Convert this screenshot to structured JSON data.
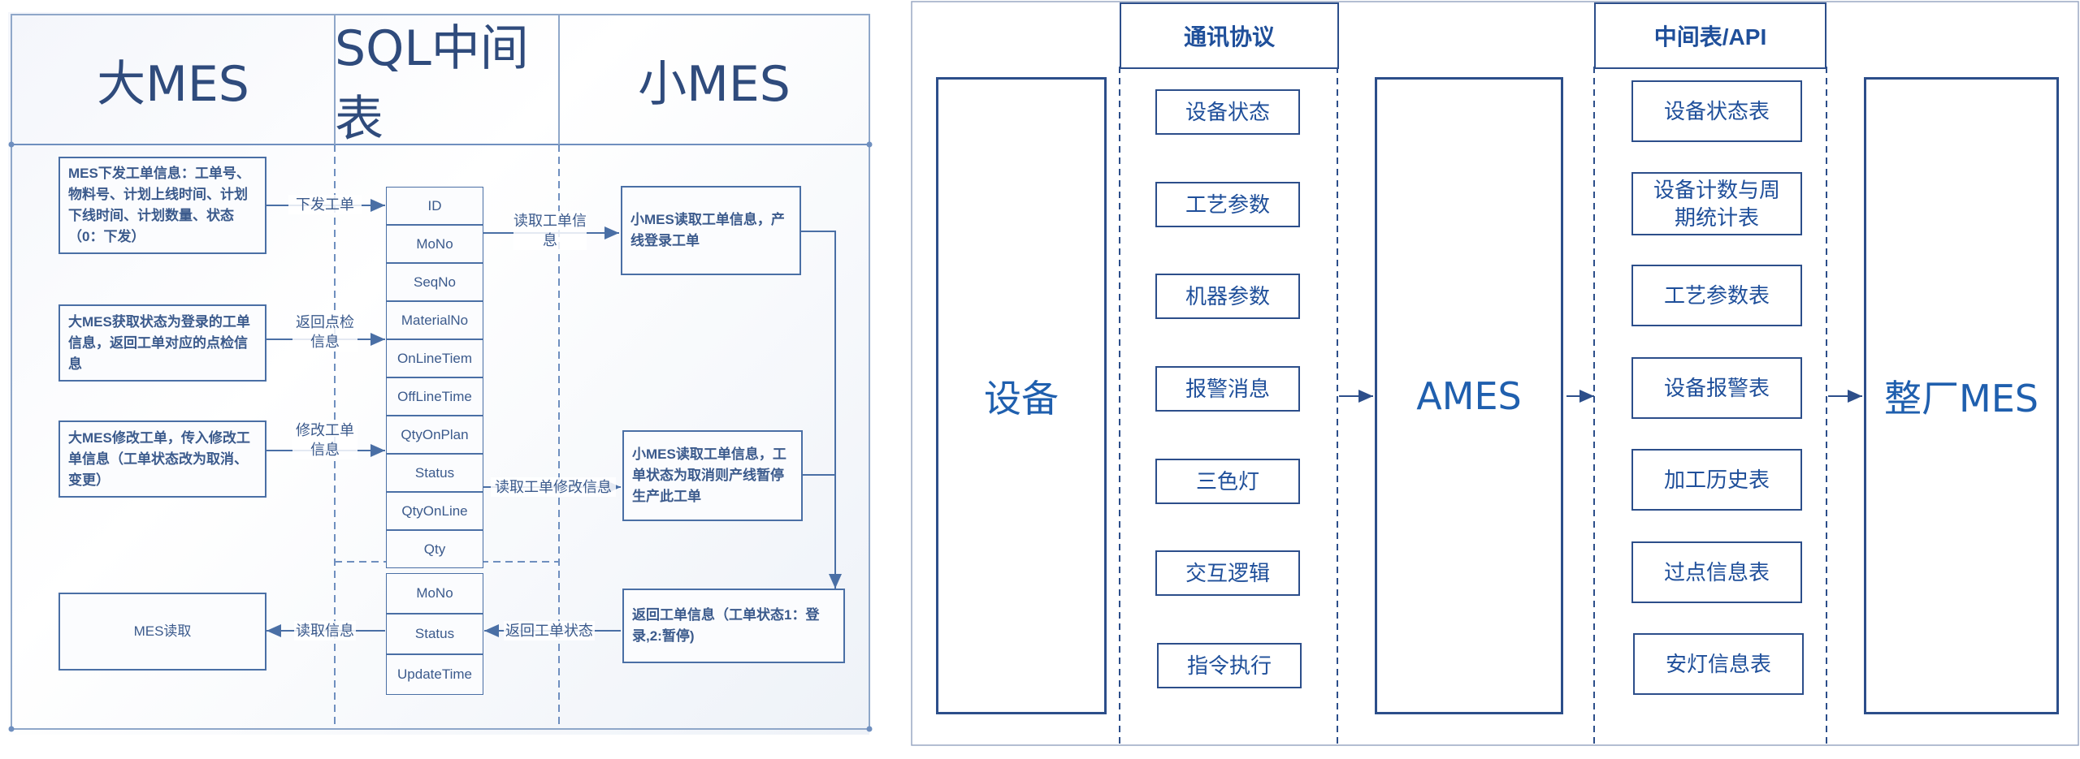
{
  "left": {
    "lanes": [
      "大MES",
      "SQL中间表",
      "小MES"
    ],
    "big_mes_boxes": [
      "MES下发工单信息：工单号、物料号、计划上线时间、计划下线时间、计划数量、状态（0：下发）",
      "大MES获取状态为登录的工单信息，返回工单对应的点检信息",
      "大MES修改工单，传入修改工单信息（工单状态改为取消、变更）",
      "MES读取"
    ],
    "table_fields": [
      "ID",
      "MoNo",
      "SeqNo",
      "MaterialNo",
      "OnLineTiem",
      "OffLineTime",
      "QtyOnPlan",
      "Status",
      "QtyOnLine",
      "Qty"
    ],
    "table2_fields": [
      "MoNo",
      "Status",
      "UpdateTime"
    ],
    "small_mes_boxes": [
      "小MES读取工单信息，产线登录工单",
      "小MES读取工单信息，工单状态为取消则产线暂停生产此工单",
      "返回工单信息（工单状态1：登录,2:暂停)"
    ],
    "edge_labels": {
      "issue": "下发工单",
      "return_check": "返回点检信息",
      "modify": "修改工单信息",
      "read_order": "读取工单信息",
      "read_modify": "读取工单修改信息",
      "return_status": "返回工单状态",
      "read_info": "读取信息"
    }
  },
  "right": {
    "headers": {
      "protocol": "通讯协议",
      "middle": "中间表/API"
    },
    "big_boxes": [
      "设备",
      "AMES",
      "整厂MES"
    ],
    "protocol_items": [
      "设备状态",
      "工艺参数",
      "机器参数",
      "报警消息",
      "三色灯",
      "交互逻辑",
      "指令执行"
    ],
    "table_items": [
      "设备状态表",
      "设备计数与周期统计表",
      "工艺参数表",
      "设备报警表",
      "加工历史表",
      "过点信息表",
      "安灯信息表"
    ]
  },
  "colors": {
    "line": "#4a6fa5",
    "text": "#3b5a8c",
    "right_border": "#2c4e8a",
    "right_text": "#1f5fae"
  }
}
